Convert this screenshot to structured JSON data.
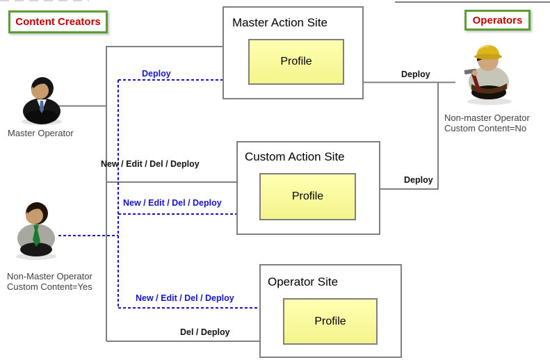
{
  "badges": {
    "content_creators": "Content Creators",
    "operators": "Operators"
  },
  "sites": [
    {
      "title": "Master Action Site",
      "profile": "Profile"
    },
    {
      "title": "Custom Action Site",
      "profile": "Profile"
    },
    {
      "title": "Operator Site",
      "profile": "Profile"
    }
  ],
  "actors": {
    "master_operator": {
      "label": "Master Operator"
    },
    "non_master_creator": {
      "line1": "Non-Master Operator",
      "line2": "Custom Content=Yes"
    },
    "non_master_operator": {
      "line1": "Non-master Operator",
      "line2": "Custom Content=No"
    }
  },
  "edge_labels": {
    "deploy_dashed_to_master": "Deploy",
    "solid_to_custom": "New / Edit / Del / Deploy",
    "dashed_to_custom": "New / Edit / Del / Deploy",
    "dashed_to_operator": "New / Edit / Del / Deploy",
    "solid_to_operator": "Del / Deploy",
    "deploy_from_operator_to_master": "Deploy",
    "deploy_from_operator_to_custom": "Deploy"
  },
  "colors": {
    "badge_border": "#5a9e32",
    "badge_text": "#c00000",
    "wire_gray": "#7f7f7f",
    "wire_blue": "#1414cc",
    "profile_fill": "#fafa9e"
  }
}
